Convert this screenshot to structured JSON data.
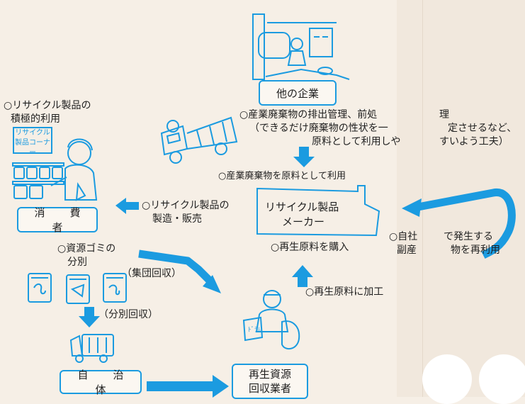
{
  "company": {
    "label": "他の企業"
  },
  "industrial_waste": {
    "note_1": "○産業廃棄物の排出管理、前処",
    "note_2": "（できるだけ廃棄物の性状を一",
    "note_3": "原料として利用しや",
    "cont_1": "理",
    "cont_2": "定させるなど、",
    "cont_3": "すいよう工夫）"
  },
  "recycling_consumer": {
    "line_1": "○リサイクル製品の",
    "line_2": "積極的利用"
  },
  "shop_sign": {
    "line_1": "リサイクル",
    "line_2": "製品コーナー"
  },
  "consumer": {
    "label": "消　費　者"
  },
  "maker": {
    "input_note": "○産業廃棄物を原料として利用",
    "label_1": "リサイクル製品",
    "label_2": "メーカー",
    "buy_note": "○再生原料を購入",
    "byproduct_1": "○自社",
    "byproduct_2": "副産",
    "byproduct_cont_1": "で発生する",
    "byproduct_cont_2": "物を再利用"
  },
  "sales": {
    "line_1": "○リサイクル製品の",
    "line_2": "製造・販売"
  },
  "sorting": {
    "line_1": "○資源ゴミの",
    "line_2": "分別"
  },
  "collection": {
    "group": "（集団回収）",
    "sorted": "（分別回収）"
  },
  "processing": {
    "note": "○再生原料に加工"
  },
  "municipality": {
    "label": "自　治　体"
  },
  "recycler": {
    "line_1": "再生資源",
    "line_2": "回収業者"
  },
  "colors": {
    "accent": "#1b9be0",
    "paper": "#f6efe6"
  }
}
